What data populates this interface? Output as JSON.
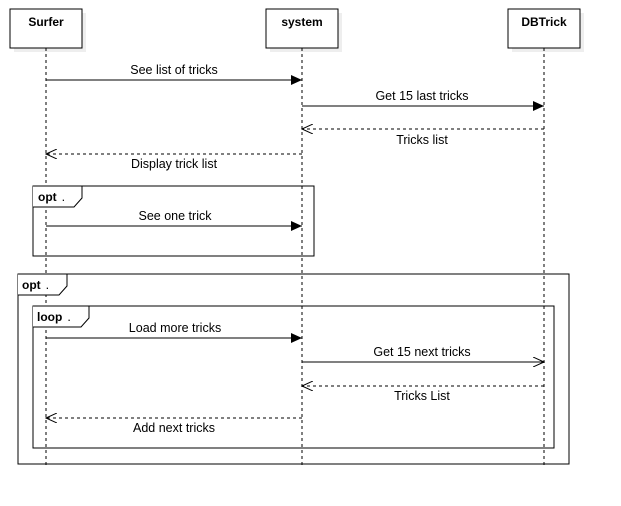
{
  "participants": [
    {
      "id": "surfer",
      "label": "Surfer"
    },
    {
      "id": "system",
      "label": "system"
    },
    {
      "id": "dbtrick",
      "label": "DBTrick"
    }
  ],
  "messages": [
    {
      "id": "m1",
      "label": "See list of tricks",
      "from": "surfer",
      "to": "system",
      "kind": "sync"
    },
    {
      "id": "m2",
      "label": "Get 15 last tricks",
      "from": "system",
      "to": "dbtrick",
      "kind": "sync"
    },
    {
      "id": "m3",
      "label": "Tricks list",
      "from": "dbtrick",
      "to": "system",
      "kind": "return"
    },
    {
      "id": "m4",
      "label": "Display trick list",
      "from": "system",
      "to": "surfer",
      "kind": "return"
    },
    {
      "id": "m5",
      "label": "See one trick",
      "from": "surfer",
      "to": "system",
      "kind": "sync"
    },
    {
      "id": "m6",
      "label": "Load more tricks",
      "from": "surfer",
      "to": "system",
      "kind": "sync"
    },
    {
      "id": "m7",
      "label": "Get 15 next tricks",
      "from": "system",
      "to": "dbtrick",
      "kind": "async"
    },
    {
      "id": "m8",
      "label": "Tricks List",
      "from": "dbtrick",
      "to": "system",
      "kind": "return"
    },
    {
      "id": "m9",
      "label": "Add next tricks",
      "from": "system",
      "to": "surfer",
      "kind": "return"
    }
  ],
  "fragments": [
    {
      "id": "f1",
      "operator": "opt",
      "guard": "."
    },
    {
      "id": "f2",
      "operator": "opt",
      "guard": "."
    },
    {
      "id": "f3",
      "operator": "loop",
      "guard": "."
    }
  ]
}
